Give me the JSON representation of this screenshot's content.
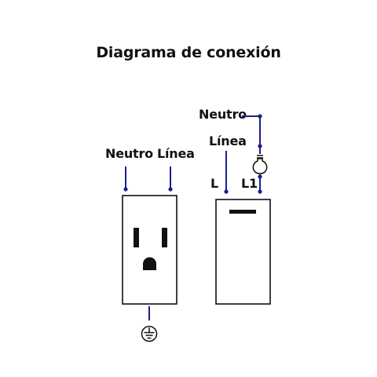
{
  "title": "Diagrama de conexión",
  "colors": {
    "wire": "#1b1f8a",
    "outline": "#111111",
    "background": "#ffffff"
  },
  "outlet": {
    "labels": {
      "neutral": "Neutro",
      "line": "Línea"
    },
    "ground_icon": "ground-symbol-icon"
  },
  "switch": {
    "labels": {
      "neutral": "Neutro",
      "line": "Línea",
      "terminal_l": "L",
      "terminal_l1": "L1"
    },
    "lamp_icon": "light-bulb-icon"
  }
}
